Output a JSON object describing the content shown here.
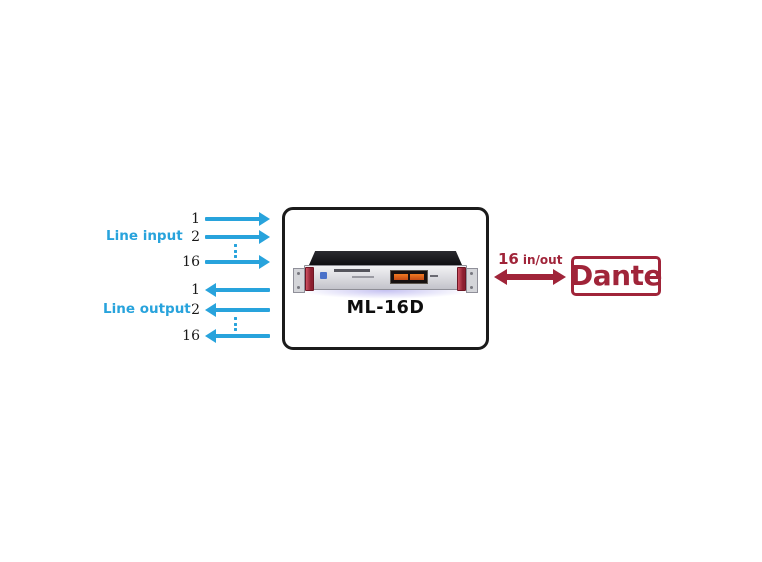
{
  "diagram": {
    "line_input": {
      "label": "Line input",
      "channels": [
        "1",
        "2",
        "16"
      ]
    },
    "line_output": {
      "label": "Line output",
      "channels": [
        "1",
        "2",
        "16"
      ]
    },
    "device": {
      "model": "ML-16D"
    },
    "dante_link": {
      "count": "16",
      "unit": "in/out"
    },
    "network": {
      "label": "Dante"
    },
    "colors": {
      "arrow_blue": "#28A3DC",
      "dante_red": "#A02439",
      "box_border_black": "#1B1B1B"
    }
  }
}
